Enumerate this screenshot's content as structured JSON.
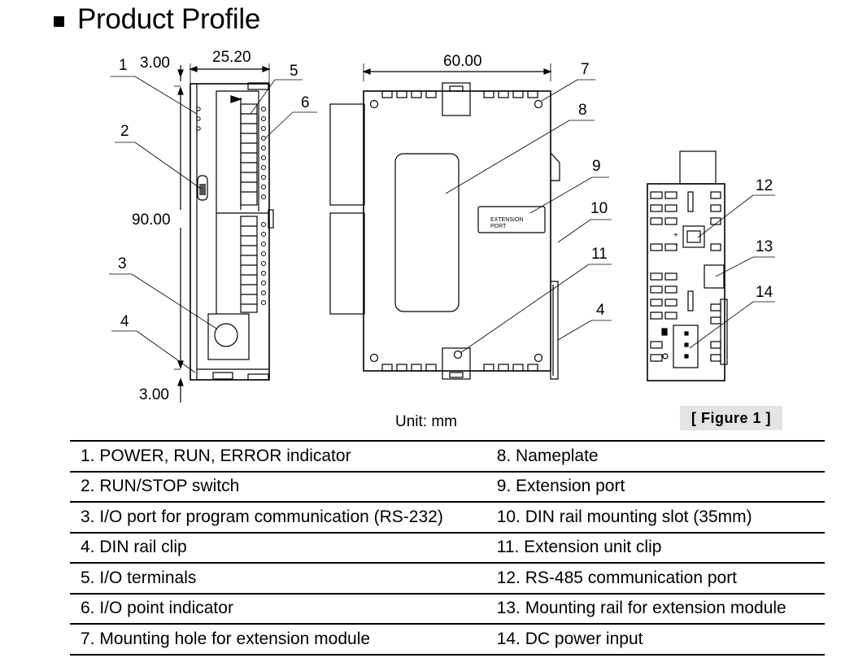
{
  "page": {
    "title": "Product Profile"
  },
  "figure": {
    "dims": {
      "top_offset": "3.00",
      "width_side": "25.20",
      "width_front": "60.00",
      "height": "90.00",
      "bottom_offset": "3.00"
    },
    "callouts": [
      "1",
      "2",
      "3",
      "4",
      "5",
      "6",
      "7",
      "8",
      "9",
      "10",
      "11",
      "4",
      "12",
      "13",
      "14"
    ],
    "extension_label": [
      "EXTENSION",
      "PORT"
    ],
    "unit_text": "Unit: mm",
    "figure_label": "[ Figure 1 ]"
  },
  "parts": {
    "rows": [
      [
        "1. POWER, RUN, ERROR indicator",
        "8. Nameplate"
      ],
      [
        "2. RUN/STOP switch",
        "9. Extension port"
      ],
      [
        "3. I/O port for program communication (RS-232)",
        "10. DIN rail mounting slot (35mm)"
      ],
      [
        "4. DIN rail clip",
        "11. Extension unit clip"
      ],
      [
        "5. I/O terminals",
        "12. RS-485 communication port"
      ],
      [
        "6. I/O point indicator",
        "13. Mounting rail for extension module"
      ],
      [
        "7. Mounting hole for extension module",
        "14. DC power input"
      ]
    ]
  }
}
